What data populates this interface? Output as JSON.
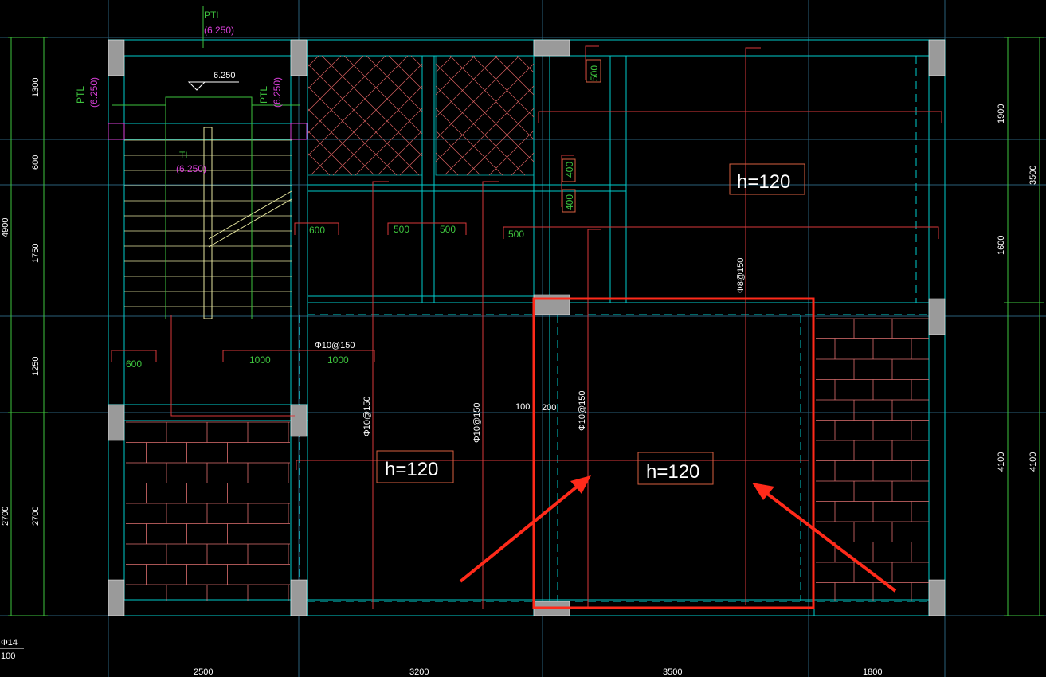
{
  "slab_labels": [
    "h=120",
    "h=120",
    "h=120"
  ],
  "rebar_labels": {
    "a": "Φ10@150",
    "b": "Φ10@150",
    "c": "Φ10@150",
    "d": "Φ10@150",
    "e": "Φ8@150"
  },
  "bottom_dims": [
    "2500",
    "3200",
    "3500",
    "1800"
  ],
  "left_dims_inner": [
    "1300",
    "600",
    "1750",
    "1250",
    "2700"
  ],
  "left_dims_outer": [
    "4900",
    "2700"
  ],
  "right_dims_inner": [
    "1900",
    "1600",
    "4100"
  ],
  "right_dims_outer": [
    "3500",
    "4100"
  ],
  "ptl_label": "PTL",
  "ptl_elev": "(6.250)",
  "tl_label": "TL",
  "tl_elev": "(6.250)",
  "level_mark": "6.250",
  "green_dims": {
    "d600a": "600",
    "d500a": "500",
    "d500b": "500",
    "d500c": "500",
    "d500v": "500",
    "d400a": "400",
    "d400b": "400",
    "d600b": "600",
    "d1000a": "1000",
    "d1000b": "1000"
  },
  "inner_dims": {
    "d100": "100",
    "d200": "200"
  },
  "corner_label_top": "Φ14",
  "corner_label_bottom": "100",
  "colors": {
    "axis": "#00e5e5",
    "grid": "#3a6f8f",
    "beam": "#00cccc",
    "column": "#9a9a9a",
    "rebar": "#d8383a",
    "brick": "#e07070",
    "stair": "#e6e6a0",
    "highlight": "#ff2a1a",
    "green": "#3ec43e",
    "magenta": "#d83fd8"
  }
}
